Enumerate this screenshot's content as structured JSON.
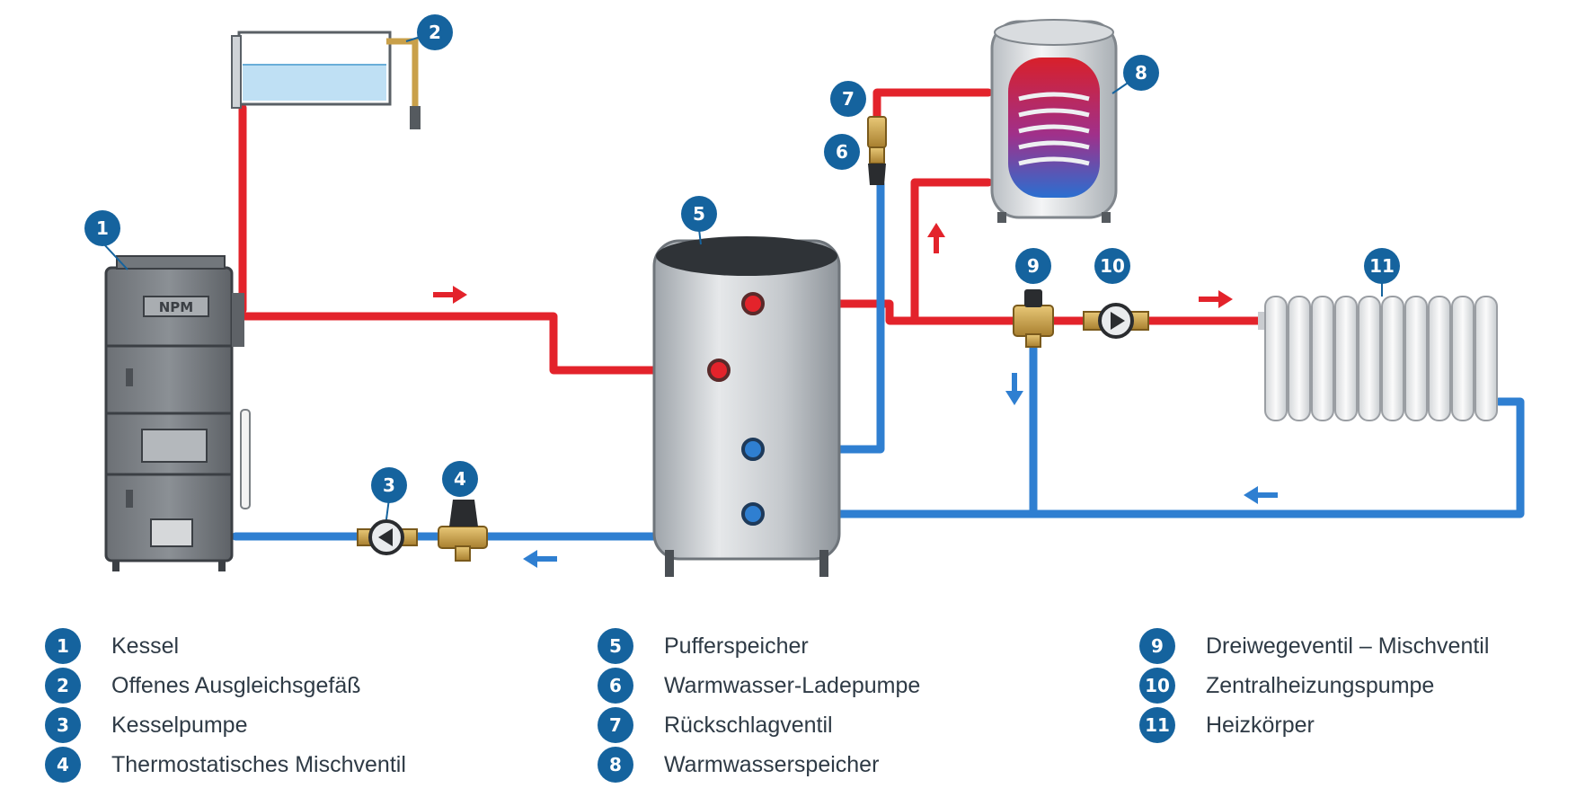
{
  "diagram": {
    "callouts": [
      {
        "n": "1",
        "label": "Kessel"
      },
      {
        "n": "2",
        "label": "Offenes Ausgleichsgefäß"
      },
      {
        "n": "3",
        "label": "Kesselpumpe"
      },
      {
        "n": "4",
        "label": "Thermostatisches Mischventil"
      },
      {
        "n": "5",
        "label": "Pufferspeicher"
      },
      {
        "n": "6",
        "label": "Warmwasser-Ladepumpe"
      },
      {
        "n": "7",
        "label": "Rückschlagventil"
      },
      {
        "n": "8",
        "label": "Warmwasserspeicher"
      },
      {
        "n": "9",
        "label": "Dreiwegeventil – Mischventil"
      },
      {
        "n": "10",
        "label": "Zentralheizungspumpe"
      },
      {
        "n": "11",
        "label": "Heizkörper"
      }
    ],
    "boiler_logo": "NPM",
    "colors": {
      "hot_pipe": "#e3232b",
      "cold_pipe": "#2f7fd1",
      "badge": "#15639e",
      "tank": "#c9cdd1",
      "brass": "#c9a04a"
    }
  }
}
